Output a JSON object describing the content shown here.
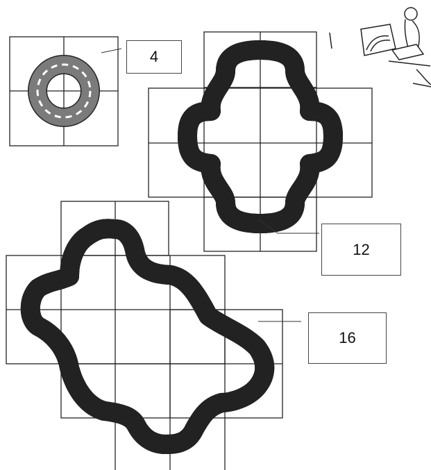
{
  "figures": [
    {
      "name": "ring-track",
      "tile_count_label": "4"
    },
    {
      "name": "four-lobe-track",
      "tile_count_label": "12"
    },
    {
      "name": "large-lobe-track",
      "tile_count_label": "16"
    }
  ],
  "colors": {
    "road": "#7b7b7b",
    "road_edge": "#222222",
    "lane_marking": "#ffffff",
    "grid_line": "#222222",
    "label_border": "#444444"
  },
  "decoration": {
    "name": "person-at-table-sketch"
  }
}
